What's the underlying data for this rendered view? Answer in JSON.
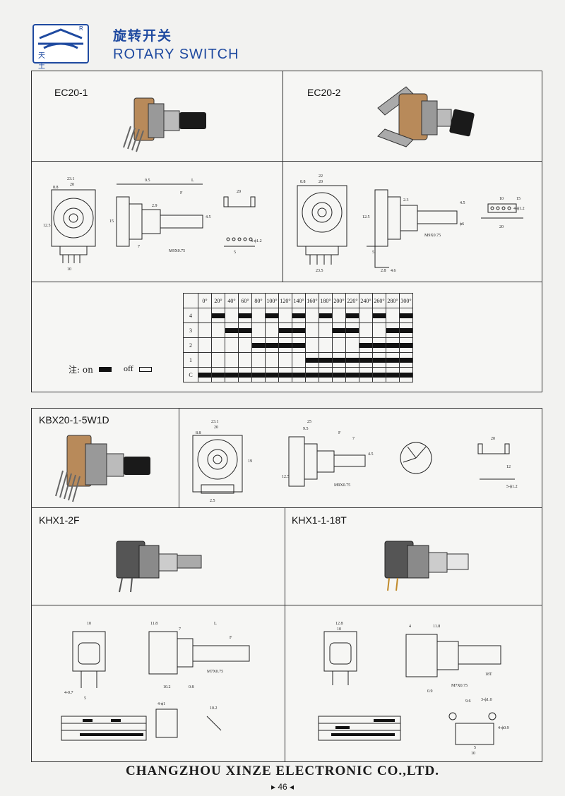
{
  "header": {
    "logo_mark": "天 土",
    "logo_reg": "R",
    "title_cn": "旋转开关",
    "title_en": "ROTARY SWITCH"
  },
  "models": {
    "ec20_1": "EC20-1",
    "ec20_2": "EC20-2",
    "kbx": "KBX20-1-5W1D",
    "khx1_2f": "KHX1-2F",
    "khx1_1_18t": "KHX1-1-18T"
  },
  "dims": {
    "ec20_1": [
      "23.1",
      "20",
      "8.8",
      "9.5",
      "L",
      "F",
      "2.9",
      "4.5",
      "7",
      "15",
      "12.5",
      "M9X0.75",
      "20",
      "4-ϕ1.2",
      "5",
      "10"
    ],
    "ec20_2": [
      "22",
      "20",
      "8.8",
      "2.3",
      "4.5",
      "ϕ6",
      "12.5",
      "M9X0.75",
      "23.5",
      "5",
      "4.6",
      "2.8",
      "10",
      "15",
      "20",
      "4-ϕ1.2"
    ],
    "kbx": [
      "23.1",
      "20",
      "8.8",
      "25",
      "9.5",
      "F",
      "7",
      "4.5",
      "M9X0.75",
      "12.5",
      "2.5",
      "19",
      "12",
      "20",
      "5-ϕ1.2"
    ],
    "khx1_2f": [
      "10",
      "11.8",
      "7",
      "L",
      "F",
      "M7X0.75",
      "10.2",
      "0.8",
      "4-0.7",
      "5",
      "4-ϕ1",
      "10.2"
    ],
    "khx1_1_18t": [
      "12.8",
      "10",
      "4",
      "11.8",
      "18T",
      "M7X0.75",
      "0.9",
      "9.6",
      "3-ϕ1.0",
      "4-ϕ0.9",
      "5",
      "10"
    ]
  },
  "timing": {
    "angles": [
      "0°",
      "20°",
      "40°",
      "60°",
      "80°",
      "100°",
      "120°",
      "140°",
      "160°",
      "180°",
      "200°",
      "220°",
      "240°",
      "260°",
      "280°",
      "300°"
    ],
    "rows": [
      {
        "label": "4",
        "on": [
          1,
          3,
          5,
          7,
          9,
          11,
          13,
          15
        ]
      },
      {
        "label": "3",
        "on": [
          2,
          3,
          6,
          7,
          10,
          11,
          14,
          15
        ]
      },
      {
        "label": "2",
        "on": [
          4,
          5,
          6,
          7,
          12,
          13,
          14,
          15
        ]
      },
      {
        "label": "1",
        "on": [
          8,
          9,
          10,
          11,
          12,
          13,
          14,
          15
        ]
      },
      {
        "label": "C",
        "on": [
          0,
          1,
          2,
          3,
          4,
          5,
          6,
          7,
          8,
          9,
          10,
          11,
          12,
          13,
          14,
          15
        ]
      }
    ],
    "legend_note": "注: on",
    "legend_off": "off"
  },
  "footer": {
    "company": "CHANGZHOU XINZE ELECTRONIC CO.,LTD.",
    "page": "▸ 46 ◂"
  },
  "colors": {
    "brand": "#1f4aa0",
    "ink": "#111111"
  }
}
